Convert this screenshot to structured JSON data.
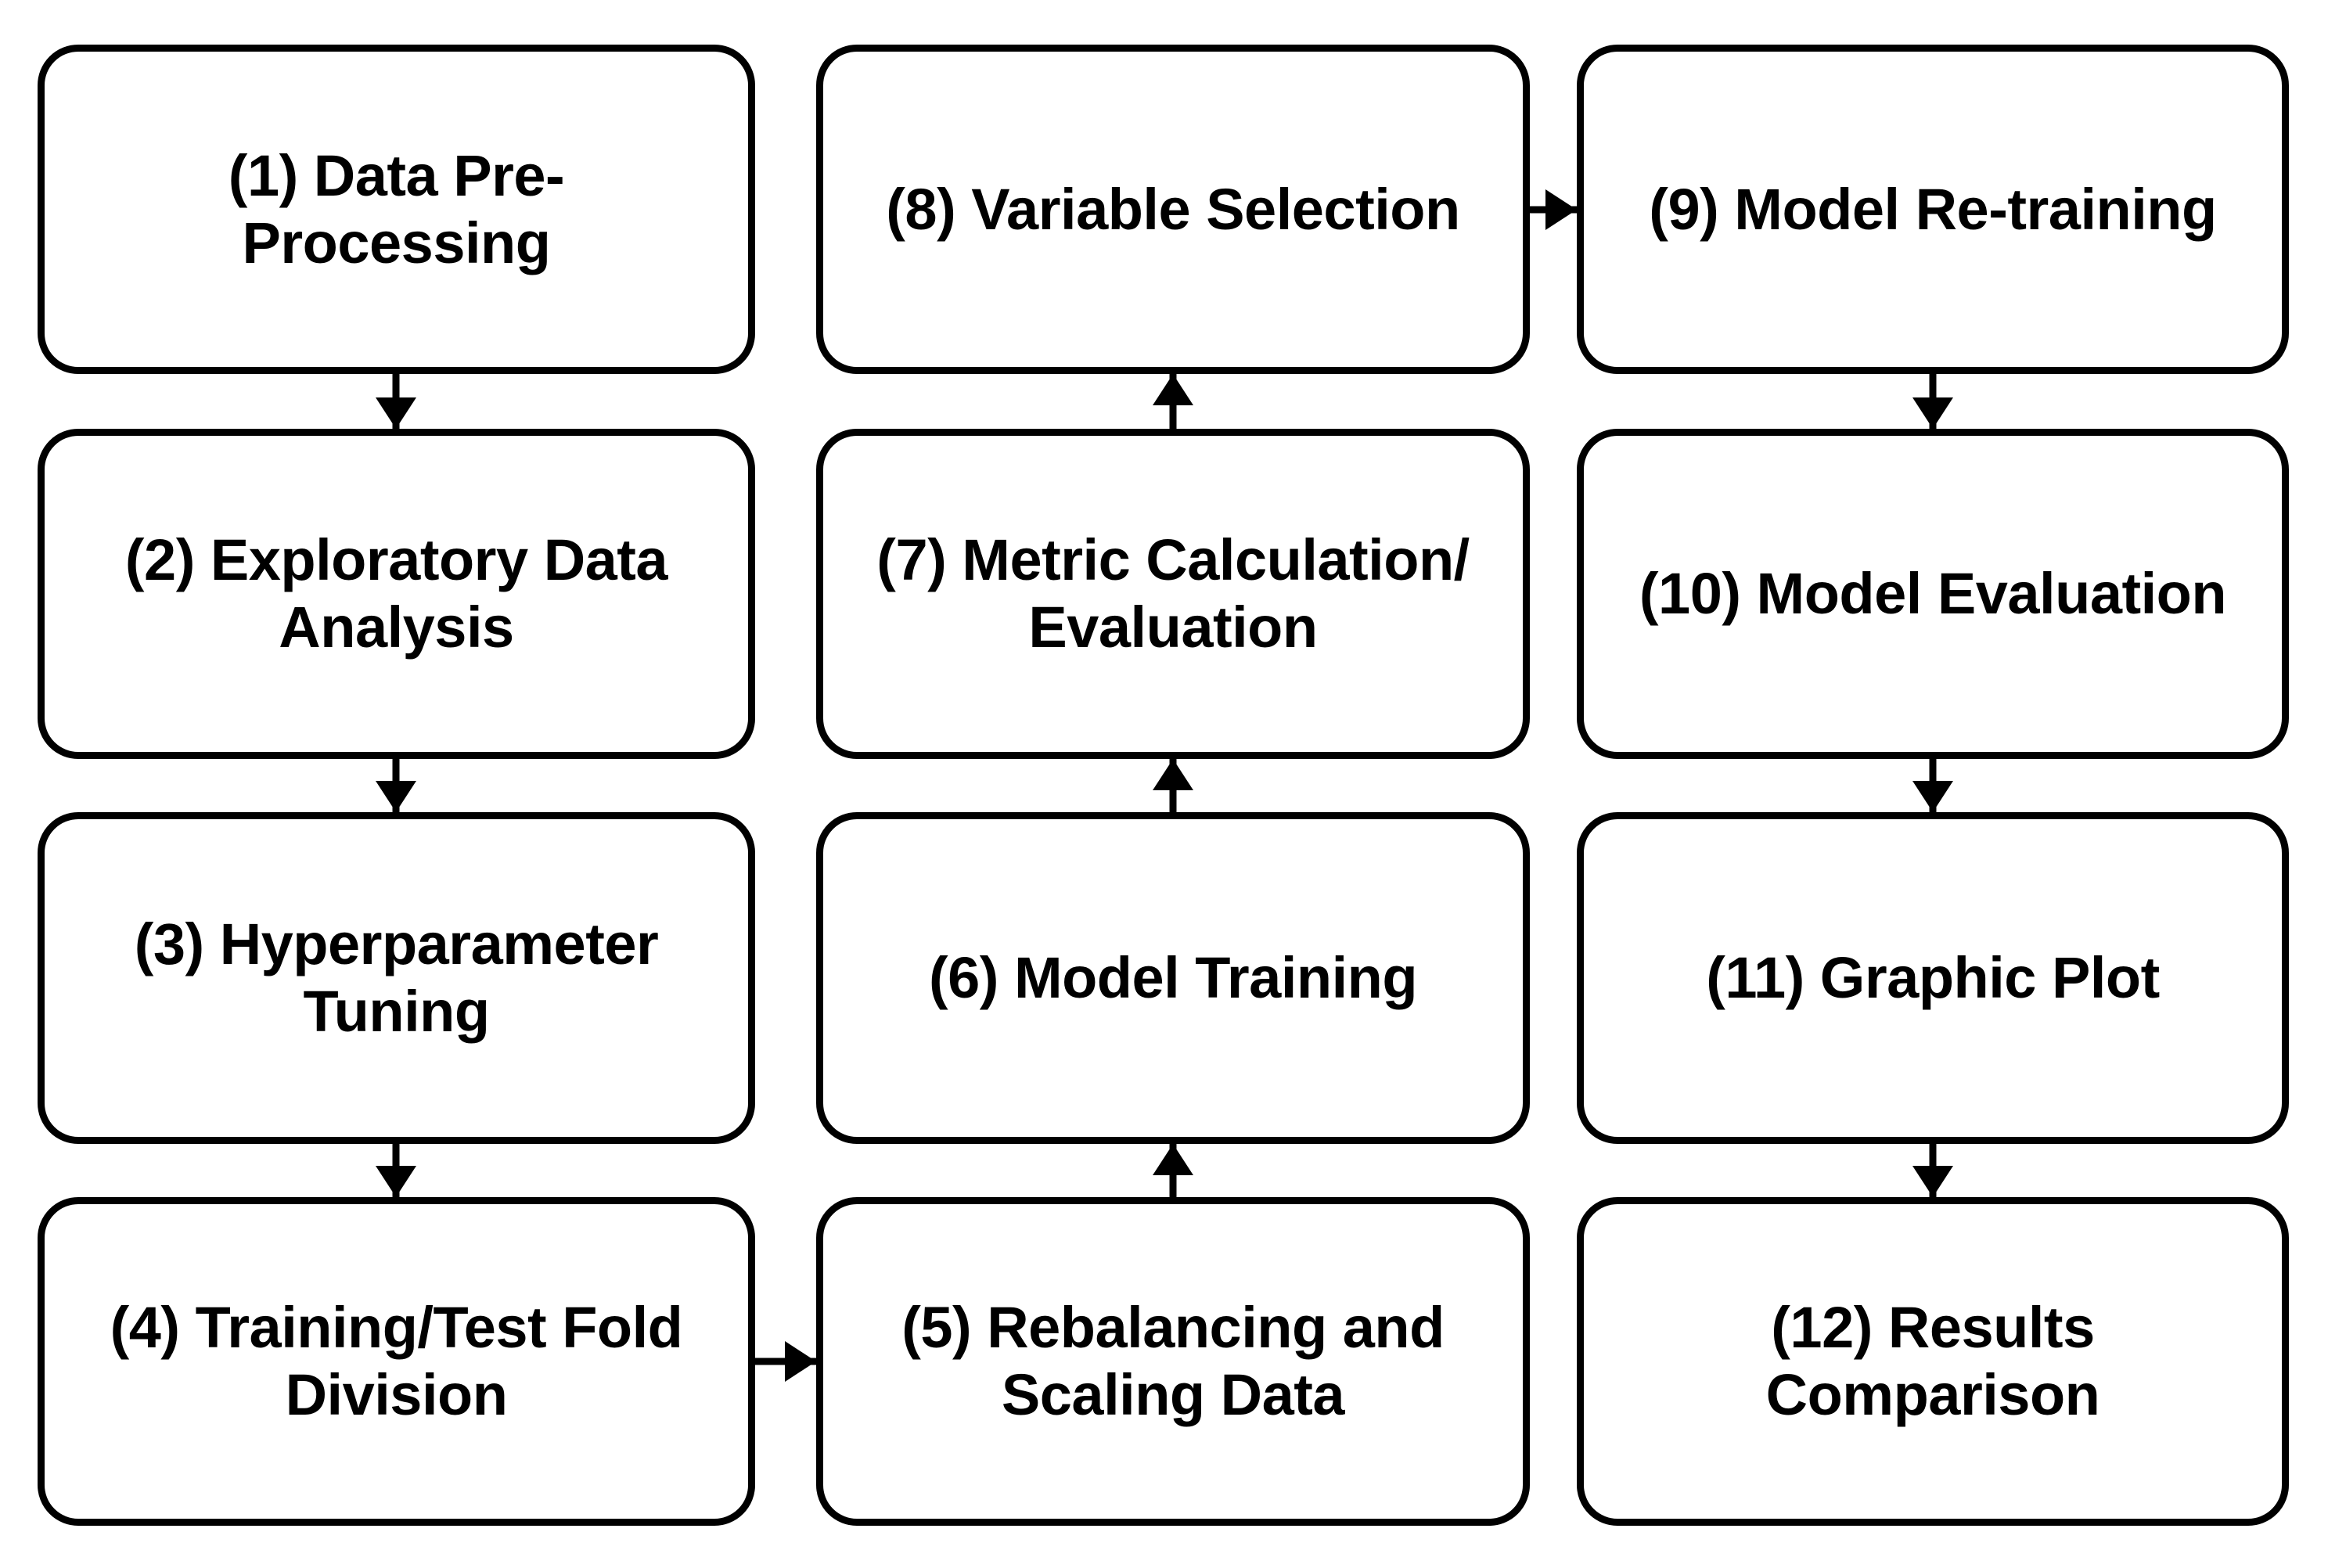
{
  "diagram": {
    "title": "Machine Learning Pipeline Flowchart",
    "background_color": "#ffffff",
    "stroke_color": "#000000",
    "text_color": "#000000",
    "nodes": [
      {
        "id": "n1",
        "number": "(1)",
        "label": "(1) Data Pre-\nProcessing",
        "column": 1,
        "row": 1
      },
      {
        "id": "n2",
        "number": "(2)",
        "label": "(2) Exploratory Data\nAnalysis",
        "column": 1,
        "row": 2
      },
      {
        "id": "n3",
        "number": "(3)",
        "label": "(3) Hyperparameter\nTuning",
        "column": 1,
        "row": 3
      },
      {
        "id": "n4",
        "number": "(4)",
        "label": "(4) Training/Test Fold\nDivision",
        "column": 1,
        "row": 4
      },
      {
        "id": "n5",
        "number": "(5)",
        "label": "(5) Rebalancing and\nScaling Data",
        "column": 2,
        "row": 4
      },
      {
        "id": "n6",
        "number": "(6)",
        "label": "(6) Model Training",
        "column": 2,
        "row": 3
      },
      {
        "id": "n7",
        "number": "(7)",
        "label": "(7) Metric Calculation/\nEvaluation",
        "column": 2,
        "row": 2
      },
      {
        "id": "n8",
        "number": "(8)",
        "label": "(8) Variable Selection",
        "column": 2,
        "row": 1
      },
      {
        "id": "n9",
        "number": "(9)",
        "label": "(9) Model Re-training",
        "column": 3,
        "row": 1
      },
      {
        "id": "n10",
        "number": "(10)",
        "label": "(10) Model Evaluation",
        "column": 3,
        "row": 2
      },
      {
        "id": "n11",
        "number": "(11)",
        "label": "(11) Graphic Plot",
        "column": 3,
        "row": 3
      },
      {
        "id": "n12",
        "number": "(12)",
        "label": "(12) Results\nComparison",
        "column": 3,
        "row": 4
      }
    ],
    "edges": [
      {
        "from": "n1",
        "to": "n2",
        "direction": "down"
      },
      {
        "from": "n2",
        "to": "n3",
        "direction": "down"
      },
      {
        "from": "n3",
        "to": "n4",
        "direction": "down"
      },
      {
        "from": "n4",
        "to": "n5",
        "direction": "right"
      },
      {
        "from": "n5",
        "to": "n6",
        "direction": "up"
      },
      {
        "from": "n6",
        "to": "n7",
        "direction": "up"
      },
      {
        "from": "n7",
        "to": "n8",
        "direction": "up"
      },
      {
        "from": "n8",
        "to": "n9",
        "direction": "right"
      },
      {
        "from": "n9",
        "to": "n10",
        "direction": "down"
      },
      {
        "from": "n10",
        "to": "n11",
        "direction": "down"
      },
      {
        "from": "n11",
        "to": "n12",
        "direction": "down"
      }
    ]
  }
}
